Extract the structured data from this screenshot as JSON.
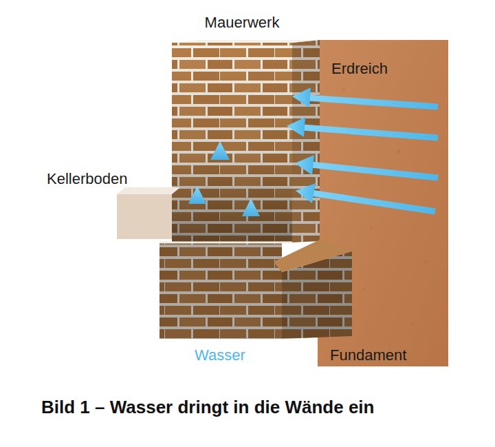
{
  "diagram": {
    "caption": "Bild 1 – Wasser dringt in die Wände ein",
    "labels": [
      "Mauerwerk",
      "Erdreich",
      "Kellerboden",
      "Wasser",
      "Fundament"
    ]
  }
}
